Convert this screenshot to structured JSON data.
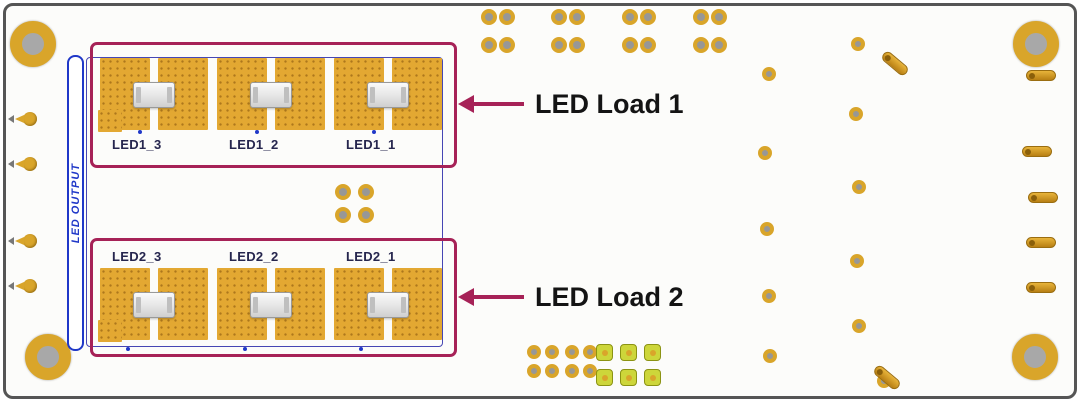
{
  "board": {
    "led_output_label": "LED OUTPUT",
    "load1_pads": [
      "LED1_3",
      "LED1_2",
      "LED1_1"
    ],
    "load2_pads": [
      "LED2_3",
      "LED2_2",
      "LED2_1"
    ]
  },
  "annotations": {
    "load1_label": "LED Load 1",
    "load2_label": "LED Load 2"
  },
  "colors": {
    "callout": "#a62257",
    "pad_gold": "#e3a832",
    "silkscreen_blue": "#2038c8",
    "board_edge": "#555555"
  }
}
